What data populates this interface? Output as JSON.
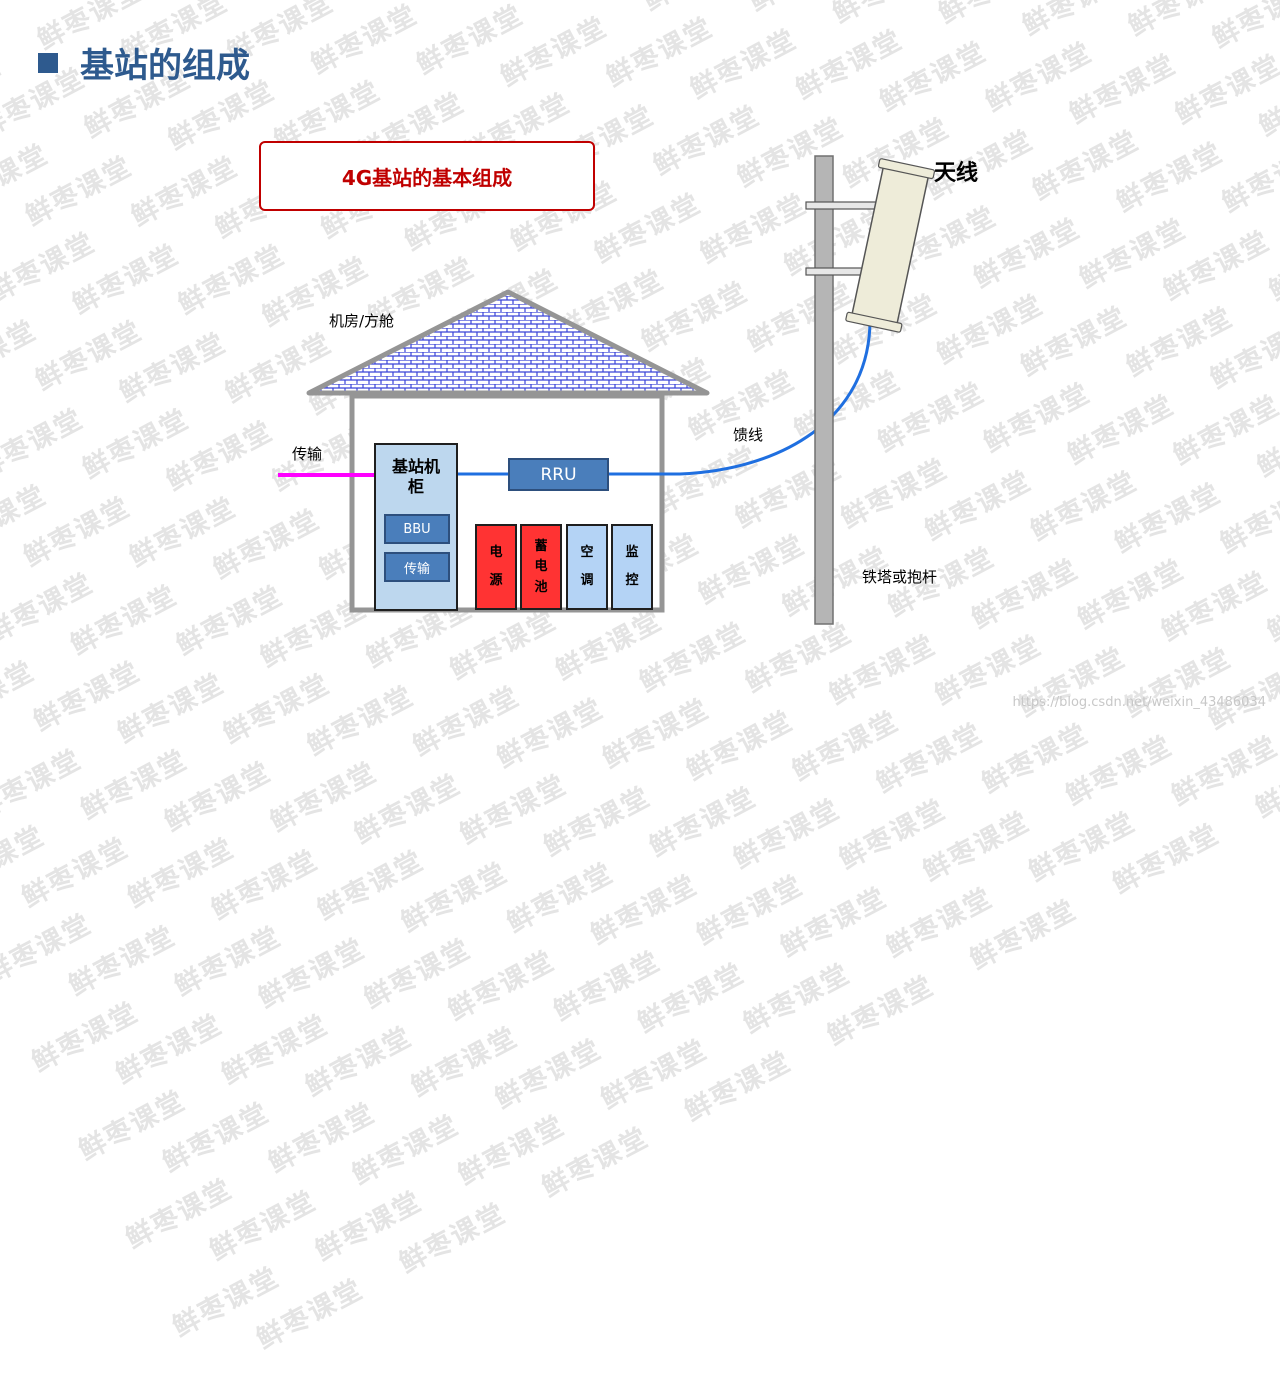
{
  "slide": {
    "title": "基站的组成",
    "watermark_text": "鲜枣课堂",
    "footer_url": "https://blog.csdn.net/weixin_43486034"
  },
  "diagram": {
    "headline": "4G基站的基本组成",
    "labels": {
      "room": "机房/方舱",
      "transmission_in": "传输",
      "feeder": "馈线",
      "antenna": "天线",
      "tower": "铁塔或抱杆"
    },
    "cabinet": {
      "label": "基站机柜",
      "modules": [
        "BBU",
        "传输"
      ]
    },
    "rru": "RRU",
    "equipment": [
      {
        "chars": [
          "电",
          "源"
        ],
        "color": "red"
      },
      {
        "chars": [
          "蓄",
          "电",
          "池"
        ],
        "color": "red"
      },
      {
        "chars": [
          "空",
          "调"
        ],
        "color": "blue"
      },
      {
        "chars": [
          "监",
          "控"
        ],
        "color": "blue"
      }
    ],
    "colors": {
      "title": "#2e5a8e",
      "headline": "#c00000",
      "module": "#4a7ebb",
      "power": "#ff3333",
      "aux": "#b4d3f5",
      "transmission_line": "#ff00ff",
      "feeder_line": "#1f6fe0"
    }
  }
}
